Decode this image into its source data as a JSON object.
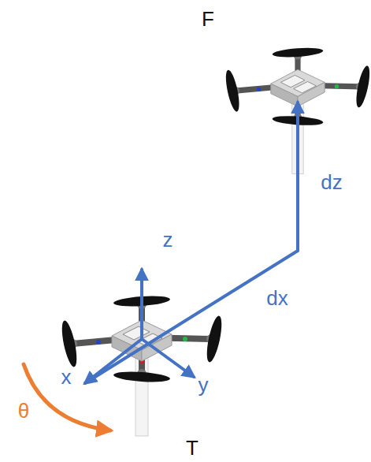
{
  "diagram": {
    "labels": [
      "F",
      "z",
      "dz",
      "dx",
      "x",
      "y",
      "θ",
      "T"
    ]
  }
}
